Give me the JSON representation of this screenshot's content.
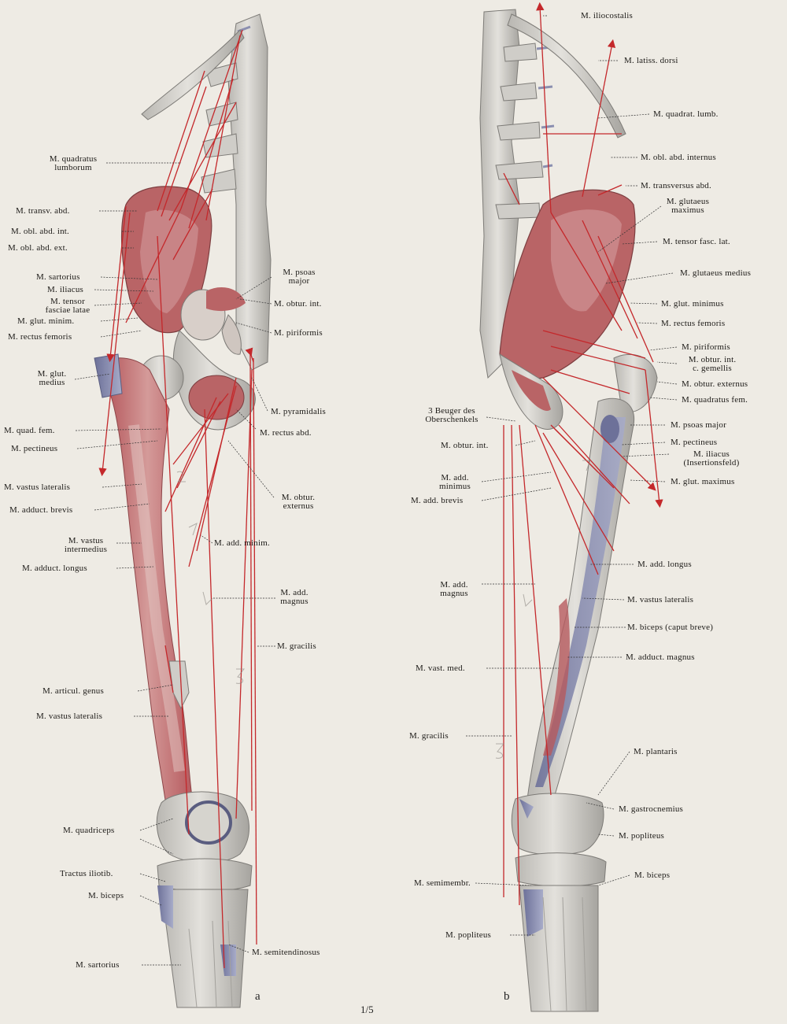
{
  "figure_letters": {
    "a": "a",
    "b": "b"
  },
  "scale": "1/5",
  "labels_a_left": {
    "quadratus_lumborum": "M. quadratus\nlumborum",
    "transv_abd": "M. transv. abd.",
    "obl_abd_int": "M. obl. abd. int.",
    "obl_abd_ext": "M. obl. abd. ext.",
    "sartorius": "M. sartorius",
    "iliacus": "M. iliacus",
    "tensor": "M. tensor\nfasciae latae",
    "glut_minim": "M. glut. minim.",
    "rectus_femoris": "M. rectus femoris",
    "glut_medius": "M. glut.\nmedius",
    "quad_fem": "M. quad. fem.",
    "pectineus": "M. pectineus",
    "vastus_lateralis": "M. vastus lateralis",
    "adduct_brevis": "M. adduct. brevis",
    "vastus_intermedius": "M. vastus\nintermedius",
    "adduct_longus": "M. adduct. longus",
    "articul_genus": "M. articul. genus",
    "vastus_lateralis2": "M. vastus lateralis",
    "quadriceps": "M. quadriceps",
    "tractus": "Tractus iliotib.",
    "biceps": "M. biceps",
    "sartorius2": "M. sartorius"
  },
  "labels_a_right": {
    "psoas_major": "M. psoas\nmajor",
    "obtur_int": "M. obtur. int.",
    "piriformis": "M. piriformis",
    "pyramidalis": "M. pyramidalis",
    "rectus_abd": "M. rectus abd.",
    "obtur_externus": "M. obtur.\nexternus",
    "add_minim": "M. add. minim.",
    "add_magnus": "M. add.\nmagnus",
    "gracilis": "M. gracilis",
    "semitendinosus": "M. semitendinosus"
  },
  "labels_b_left": {
    "beuger": "3 Beuger des\nOberschenkels",
    "obtur_int": "M. obtur. int.",
    "add_minimus": "M. add.\nminimus",
    "add_brevis": "M. add. brevis",
    "add_magnus": "M. add.\nmagnus",
    "vast_med": "M. vast. med.",
    "gracilis": "M. gracilis",
    "semimembr": "M. semimembr.",
    "popliteus": "M. popliteus"
  },
  "labels_b_right": {
    "iliocostalis": "M. iliocostalis",
    "latiss_dorsi": "M. latiss. dorsi",
    "quadrat_lumb": "M. quadrat. lumb.",
    "obl_abd_internus": "M. obl. abd. internus",
    "transversus_abd": "M. transversus abd.",
    "glutaeus_maximus": "M. glutaeus\nmaximus",
    "tensor_fasc_lat": "M. tensor fasc. lat.",
    "glutaeus_medius": "M. glutaeus medius",
    "glut_minimus": "M. glut. minimus",
    "rectus_femoris": "M. rectus femoris",
    "piriformis": "M. piriformis",
    "obtur_int_gemellis": "M. obtur. int.\nc. gemellis",
    "obtur_externus": "M. obtur. externus",
    "quadratus_fem": "M. quadratus fem.",
    "psoas_major": "M. psoas major",
    "pectineus": "M. pectineus",
    "iliacus": "M. iliacus\n(Insertionsfeld)",
    "glut_maximus": "M. glut. maximus",
    "add_longus": "M. add. longus",
    "vastus_lateralis": "M. vastus lateralis",
    "biceps_breve": "M. biceps (caput breve)",
    "adduct_magnus": "M. adduct. magnus",
    "plantaris": "M. plantaris",
    "gastrocnemius": "M. gastrocnemius",
    "popliteus": "M. popliteus",
    "biceps": "M. biceps"
  },
  "colors": {
    "bone": "#d9d7d1",
    "bone_shadow": "#a9a7a3",
    "muscle": "#b65a5e",
    "muscle_light": "#cf8d8d",
    "line": "#c4282b",
    "cartilage": "#8b8fb0",
    "leader": "#333333"
  }
}
